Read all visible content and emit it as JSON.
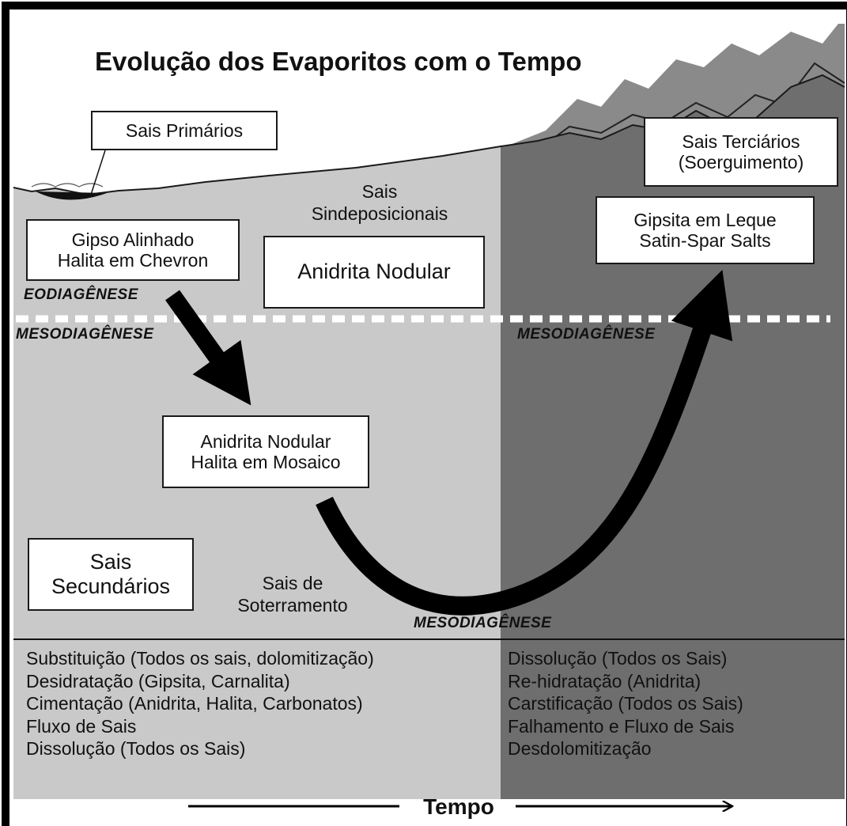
{
  "title": "Evolução dos Evaporitos com o Tempo",
  "boxes": {
    "sais_primarios": "Sais Primários",
    "gipso": [
      "Gipso Alinhado",
      "Halita em Chevron"
    ],
    "anidrita_nodular": "Anidrita Nodular",
    "anidrita_mosaico": [
      "Anidrita Nodular",
      "Halita em Mosaico"
    ],
    "sais_secundarios": [
      "Sais",
      "Secundários"
    ],
    "sais_terciarios": [
      "Sais Terciários",
      "(Soerguimento)"
    ],
    "gipsita_leque": [
      "Gipsita em Leque",
      "Satin-Spar Salts"
    ]
  },
  "labels": {
    "sais_sindeposicionais": [
      "Sais",
      "Sindeposicionais"
    ],
    "sais_soterramento": [
      "Sais de",
      "Soterramento"
    ]
  },
  "zones": {
    "eodiagenese": "EODIAGÊNESE",
    "mesodiagenese_left": "MESODIAGÊNESE",
    "mesodiagenese_right": "MESODIAGÊNESE",
    "mesodiagenese_bottom": "MESODIAGÊNESE"
  },
  "processes_left": [
    "Substituição (Todos os sais, dolomitização)",
    "Desidratação (Gipsita, Carnalita)",
    "Cimentação (Anidrita, Halita, Carbonatos)",
    "Fluxo de Sais",
    "Dissolução (Todos os Sais)"
  ],
  "processes_right": [
    "Dissolução (Todos os Sais)",
    "Re-hidratação (Anidrita)",
    "Carstificação (Todos os Sais)",
    "Falhamento e Fluxo de Sais",
    "Desdolomitização"
  ],
  "time_axis_label": "Tempo",
  "colors": {
    "left_panel": "#c9c9c9",
    "right_panel": "#6e6e6e",
    "mountains": "#8a8a8a",
    "frame": "#000000"
  }
}
